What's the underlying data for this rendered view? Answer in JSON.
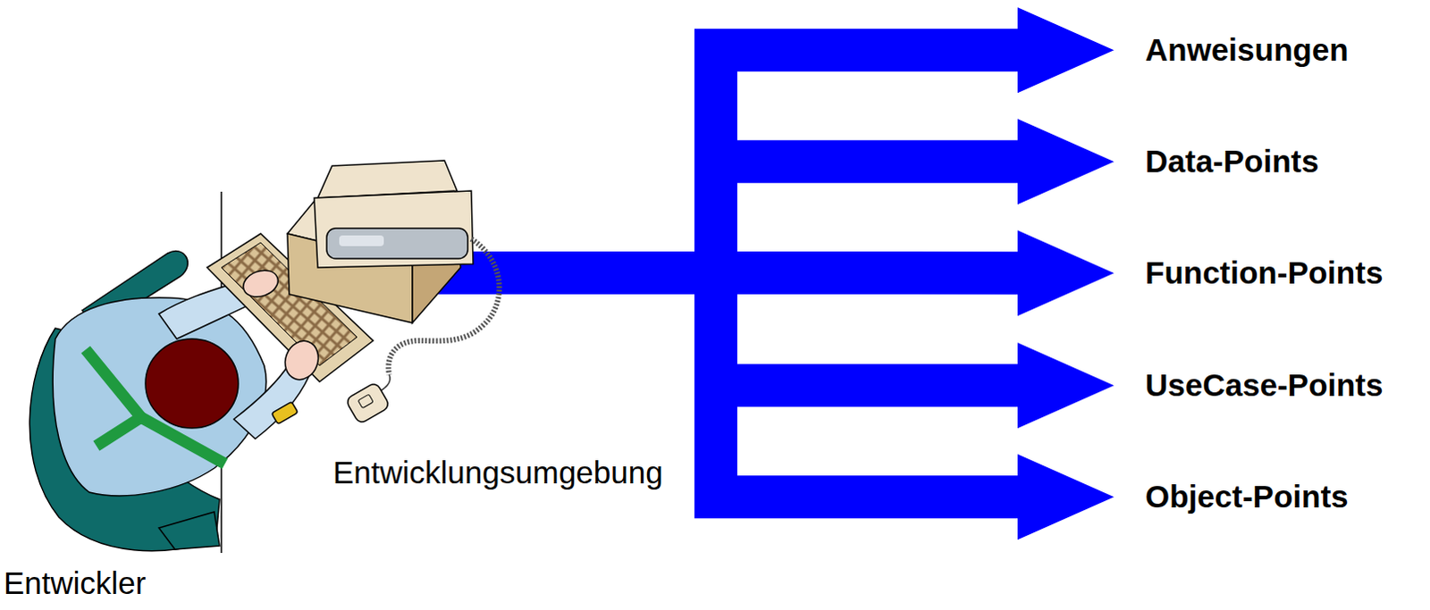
{
  "diagram": {
    "nodes": [
      {
        "text": [
          "Entwicklungsumgebung"
        ]
      },
      {
        "text": [
          "Anweisungen"
        ]
      },
      {
        "text": [
          "Data-Points"
        ]
      },
      {
        "text": [
          "Function-Points"
        ]
      },
      {
        "text": [
          "UseCase-Points"
        ]
      },
      {
        "text": [
          "Object-Points"
        ]
      }
    ],
    "edges": [
      {
        "from": 0,
        "to": 1,
        "arrow": "to"
      },
      {
        "from": 0,
        "to": 2,
        "arrow": "to"
      },
      {
        "from": 0,
        "to": 3,
        "arrow": "to"
      },
      {
        "from": 0,
        "to": 4,
        "arrow": "to"
      },
      {
        "from": 0,
        "to": 5,
        "arrow": "to"
      }
    ],
    "labels": [
      "Entwickler"
    ]
  }
}
